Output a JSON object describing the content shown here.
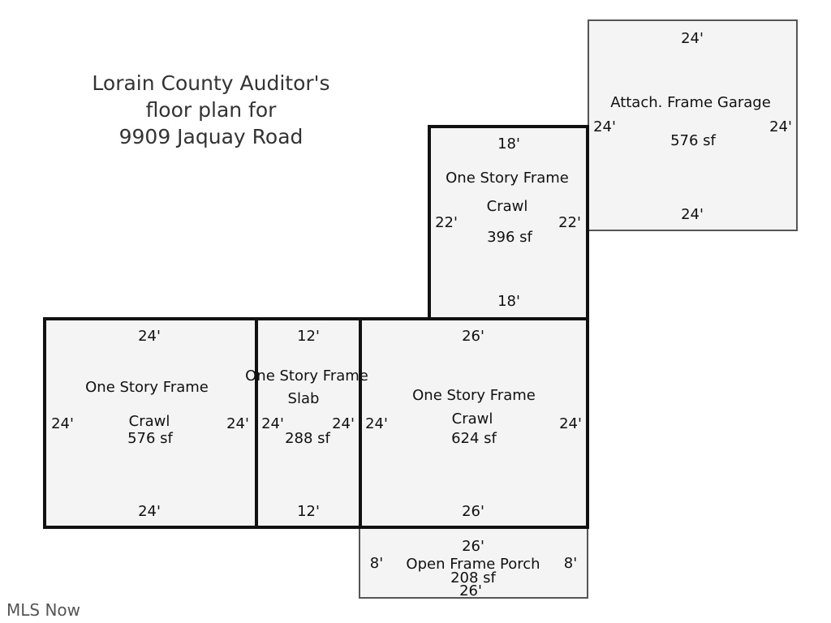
{
  "title": {
    "line1": "Lorain County Auditor's",
    "line2": "floor plan for",
    "line3": "9909 Jaquay Road"
  },
  "garage": {
    "name": "Attach. Frame Garage",
    "area": "576 sf",
    "top": "24'",
    "bottom": "24'",
    "left": "24'",
    "right": "24'"
  },
  "upper_room": {
    "name": "One Story Frame",
    "foundation": "Crawl",
    "area": "396 sf",
    "top": "18'",
    "bottom": "18'",
    "left": "22'",
    "right": "22'"
  },
  "left_room": {
    "name": "One Story Frame",
    "foundation": "Crawl",
    "area": "576 sf",
    "top": "24'",
    "bottom": "24'",
    "left": "24'",
    "right": "24'"
  },
  "middle_room": {
    "name": "One Story Frame",
    "foundation": "Slab",
    "area": "288 sf",
    "top": "12'",
    "bottom": "12'",
    "left": "24'",
    "right": "24'"
  },
  "right_room": {
    "name": "One Story Frame",
    "foundation": "Crawl",
    "area": "624 sf",
    "top": "26'",
    "bottom": "26'",
    "left": "24'",
    "right": "24'"
  },
  "porch": {
    "name": "Open Frame Porch",
    "area": "208 sf",
    "top": "26'",
    "bottom": "26'",
    "left": "8'",
    "right": "8'"
  },
  "watermark": "MLS Now"
}
